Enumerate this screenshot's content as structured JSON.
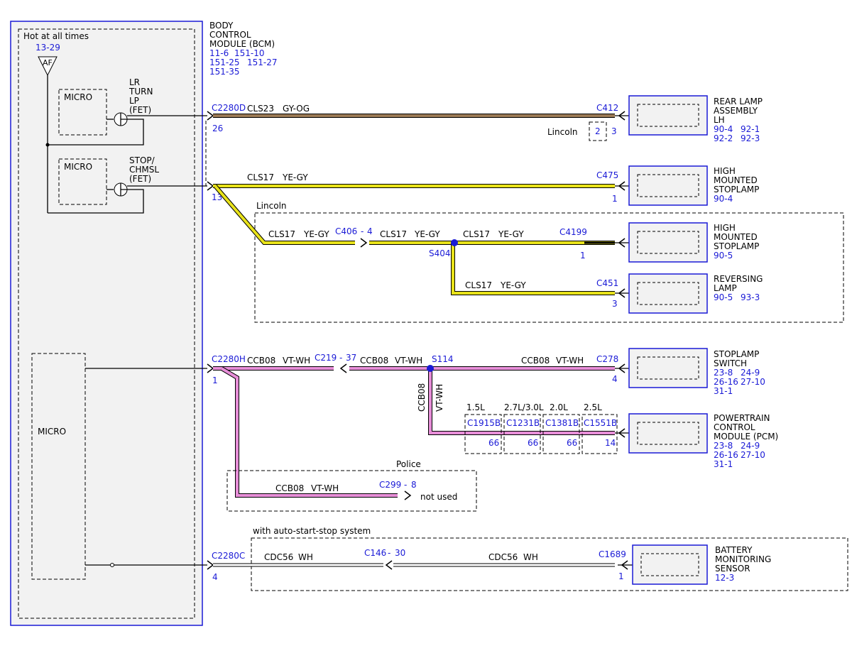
{
  "bcm": {
    "title": [
      "BODY",
      "CONTROL",
      "MODULE (BCM)"
    ],
    "refs": [
      "11-6",
      "151-10",
      "151-25",
      "151-27",
      "151-35"
    ],
    "hot_label": "Hot at all times",
    "hot_ref": "13-29",
    "fuse": "AF",
    "micro": "MICRO",
    "lr_turn": [
      "LR",
      "TURN",
      "LP",
      "(FET)"
    ],
    "stop_chmsl": [
      "STOP/",
      "CHMSL",
      "(FET)"
    ]
  },
  "conn": {
    "c2280d": "C2280D",
    "c2280d_pin": "26",
    "c2280h": "C2280H",
    "c2280h_pin": "1",
    "c2280c": "C2280C",
    "c2280c_pin": "4",
    "pin13": "13",
    "c412": "C412",
    "c412_pin2": "2",
    "c412_pin3": "3",
    "lincoln": "Lincoln",
    "c475": "C475",
    "c475_pin": "1",
    "c406": "C406",
    "c406_pin": "4",
    "s404": "S404",
    "c4199": "C4199",
    "c4199_pin": "1",
    "c451": "C451",
    "c451_pin": "3",
    "c219": "C219",
    "c219_pin": "37",
    "s114": "S114",
    "c278": "C278",
    "c278_pin": "4",
    "c1915b": "C1915B",
    "c1231b": "C1231B",
    "c1381b": "C1381B",
    "c1551b": "C1551B",
    "pin66": "66",
    "pin14": "14",
    "eng15": "1.5L",
    "eng27": "2.7L/3.0L",
    "eng20": "2.0L",
    "eng25": "2.5L",
    "c299": "C299",
    "c299_pin": "8",
    "not_used": "not used",
    "police": "Police",
    "c146": "C146",
    "c146_pin": "30",
    "c1689": "C1689",
    "c1689_pin": "1",
    "auto_ss": "with auto-start-stop system",
    "dash": "-"
  },
  "wires": {
    "cls23": "CLS23",
    "gyog": "GY-OG",
    "cls17": "CLS17",
    "yegy": "YE-GY",
    "ccb08": "CCB08",
    "vtwh": "VT-WH",
    "cdc56": "CDC56",
    "wh": "WH"
  },
  "comps": {
    "rear_lamp": [
      "REAR LAMP",
      "ASSEMBLY",
      "LH"
    ],
    "rear_lamp_refs": [
      "90-4",
      "92-1",
      "92-2",
      "92-3"
    ],
    "hmsl": [
      "HIGH",
      "MOUNTED",
      "STOPLAMP"
    ],
    "hmsl_ref": "90-4",
    "hmsl2_ref": "90-5",
    "rev": [
      "REVERSING",
      "LAMP"
    ],
    "rev_refs": [
      "90-5",
      "93-3"
    ],
    "sw": [
      "STOPLAMP",
      "SWITCH"
    ],
    "sw_refs": [
      "23-8",
      "24-9",
      "26-16",
      "27-10",
      "31-1"
    ],
    "pcm": [
      "POWERTRAIN",
      "CONTROL",
      "MODULE (PCM)"
    ],
    "pcm_refs": [
      "23-8",
      "24-9",
      "26-16",
      "27-10",
      "31-1"
    ],
    "bms": [
      "BATTERY",
      "MONITORING",
      "SENSOR"
    ],
    "bms_ref": "12-3"
  },
  "colors": {
    "blue": "#1a1ad6",
    "gyog": "#9b7a55",
    "yegy": "#e8e21a",
    "vtwh": "#e78ed8",
    "wh": "#ffffff"
  }
}
